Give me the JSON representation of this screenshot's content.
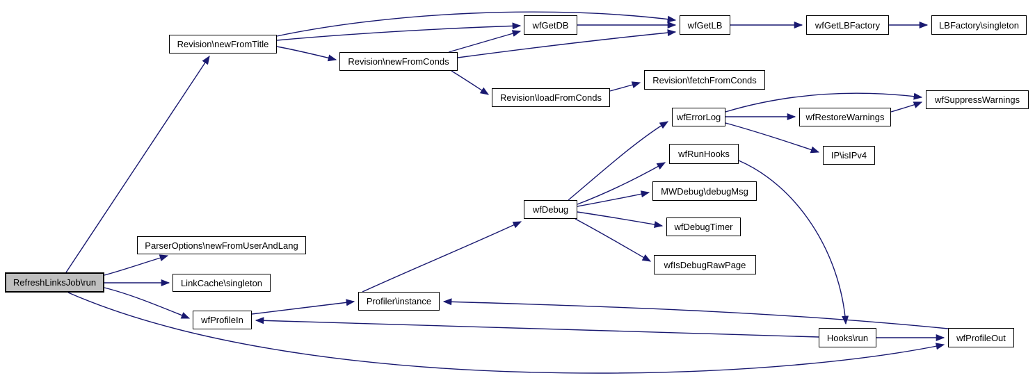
{
  "diagram": {
    "type": "call-graph",
    "root": "RefreshLinksJob\\run",
    "colors": {
      "background": "#ffffff",
      "edge": "#191970",
      "node_fill": "#ffffff",
      "node_border": "#000000",
      "root_node_fill": "#bfbfbf",
      "text": "#000000"
    },
    "nodes": [
      {
        "id": "refreshlinksjob-run",
        "label": "RefreshLinksJob\\run",
        "root": true
      },
      {
        "id": "revision-newfromtitle",
        "label": "Revision\\newFromTitle"
      },
      {
        "id": "parseroptions-newfromuserandlang",
        "label": "ParserOptions\\newFromUserAndLang"
      },
      {
        "id": "linkcache-singleton",
        "label": "LinkCache\\singleton"
      },
      {
        "id": "wfprofilein",
        "label": "wfProfileIn"
      },
      {
        "id": "revision-newfromconds",
        "label": "Revision\\newFromConds"
      },
      {
        "id": "profiler-instance",
        "label": "Profiler\\instance"
      },
      {
        "id": "revision-loadfromconds",
        "label": "Revision\\loadFromConds"
      },
      {
        "id": "wfgetdb",
        "label": "wfGetDB"
      },
      {
        "id": "wfgetlb",
        "label": "wfGetLB"
      },
      {
        "id": "wfgetlbfactory",
        "label": "wfGetLBFactory"
      },
      {
        "id": "lbfactory-singleton",
        "label": "LBFactory\\singleton"
      },
      {
        "id": "revision-fetchfromconds",
        "label": "Revision\\fetchFromConds"
      },
      {
        "id": "wferrorlog",
        "label": "wfErrorLog"
      },
      {
        "id": "wfrestorewarnings",
        "label": "wfRestoreWarnings"
      },
      {
        "id": "wfsuppresswarnings",
        "label": "wfSuppressWarnings"
      },
      {
        "id": "ip-isipv4",
        "label": "IP\\isIPv4"
      },
      {
        "id": "wfrunhooks",
        "label": "wfRunHooks"
      },
      {
        "id": "mwdebug-debugmsg",
        "label": "MWDebug\\debugMsg"
      },
      {
        "id": "wfdebugtimer",
        "label": "wfDebugTimer"
      },
      {
        "id": "wfisdebugrawpage",
        "label": "wfIsDebugRawPage"
      },
      {
        "id": "wfdebug",
        "label": "wfDebug"
      },
      {
        "id": "hooks-run",
        "label": "Hooks\\run"
      },
      {
        "id": "wfprofileout",
        "label": "wfProfileOut"
      }
    ],
    "edges": [
      {
        "from": "refreshlinksjob-run",
        "to": "revision-newfromtitle"
      },
      {
        "from": "refreshlinksjob-run",
        "to": "parseroptions-newfromuserandlang"
      },
      {
        "from": "refreshlinksjob-run",
        "to": "linkcache-singleton"
      },
      {
        "from": "refreshlinksjob-run",
        "to": "wfprofilein"
      },
      {
        "from": "refreshlinksjob-run",
        "to": "wfprofileout"
      },
      {
        "from": "revision-newfromtitle",
        "to": "wfgetdb"
      },
      {
        "from": "revision-newfromtitle",
        "to": "wfgetlb"
      },
      {
        "from": "revision-newfromtitle",
        "to": "revision-newfromconds"
      },
      {
        "from": "revision-newfromconds",
        "to": "wfgetdb"
      },
      {
        "from": "revision-newfromconds",
        "to": "wfgetlb"
      },
      {
        "from": "revision-newfromconds",
        "to": "revision-loadfromconds"
      },
      {
        "from": "revision-loadfromconds",
        "to": "revision-fetchfromconds"
      },
      {
        "from": "wfgetdb",
        "to": "wfgetlb"
      },
      {
        "from": "wfgetlb",
        "to": "wfgetlbfactory"
      },
      {
        "from": "wfgetlbfactory",
        "to": "lbfactory-singleton"
      },
      {
        "from": "wfdebug",
        "to": "wferrorlog"
      },
      {
        "from": "wfdebug",
        "to": "wfrunhooks"
      },
      {
        "from": "wfdebug",
        "to": "mwdebug-debugmsg"
      },
      {
        "from": "wfdebug",
        "to": "wfdebugtimer"
      },
      {
        "from": "wfdebug",
        "to": "wfisdebugrawpage"
      },
      {
        "from": "wferrorlog",
        "to": "wfsuppresswarnings"
      },
      {
        "from": "wferrorlog",
        "to": "wfrestorewarnings"
      },
      {
        "from": "wferrorlog",
        "to": "ip-isipv4"
      },
      {
        "from": "wfrestorewarnings",
        "to": "wfsuppresswarnings"
      },
      {
        "from": "wfrunhooks",
        "to": "hooks-run"
      },
      {
        "from": "wfprofilein",
        "to": "profiler-instance"
      },
      {
        "from": "profiler-instance",
        "to": "wfdebug"
      },
      {
        "from": "wfprofileout",
        "to": "profiler-instance"
      },
      {
        "from": "hooks-run",
        "to": "wfprofilein"
      },
      {
        "from": "hooks-run",
        "to": "wfprofileout"
      }
    ]
  }
}
